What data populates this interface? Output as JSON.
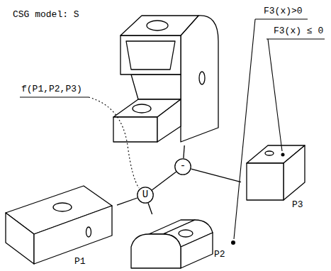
{
  "diagram": {
    "nodes": [
      {
        "text": [
          "CSG model: S"
        ]
      },
      {
        "text": [
          "-"
        ]
      },
      {
        "text": [
          "U"
        ]
      },
      {
        "text": [
          "P1"
        ]
      },
      {
        "text": [
          "P2"
        ]
      },
      {
        "text": [
          "P3"
        ]
      }
    ],
    "edges": [
      {
        "from": 0,
        "to": 1,
        "arrow": "none"
      },
      {
        "from": 1,
        "to": 2,
        "arrow": "none"
      },
      {
        "from": 1,
        "to": 5,
        "arrow": "none"
      },
      {
        "from": 2,
        "to": 3,
        "arrow": "none"
      },
      {
        "from": 2,
        "to": 4,
        "arrow": "none"
      }
    ],
    "labels": [
      "f(P1,P2,P3)",
      "F3(x)>0",
      "F3(x) ≤ 0"
    ]
  }
}
